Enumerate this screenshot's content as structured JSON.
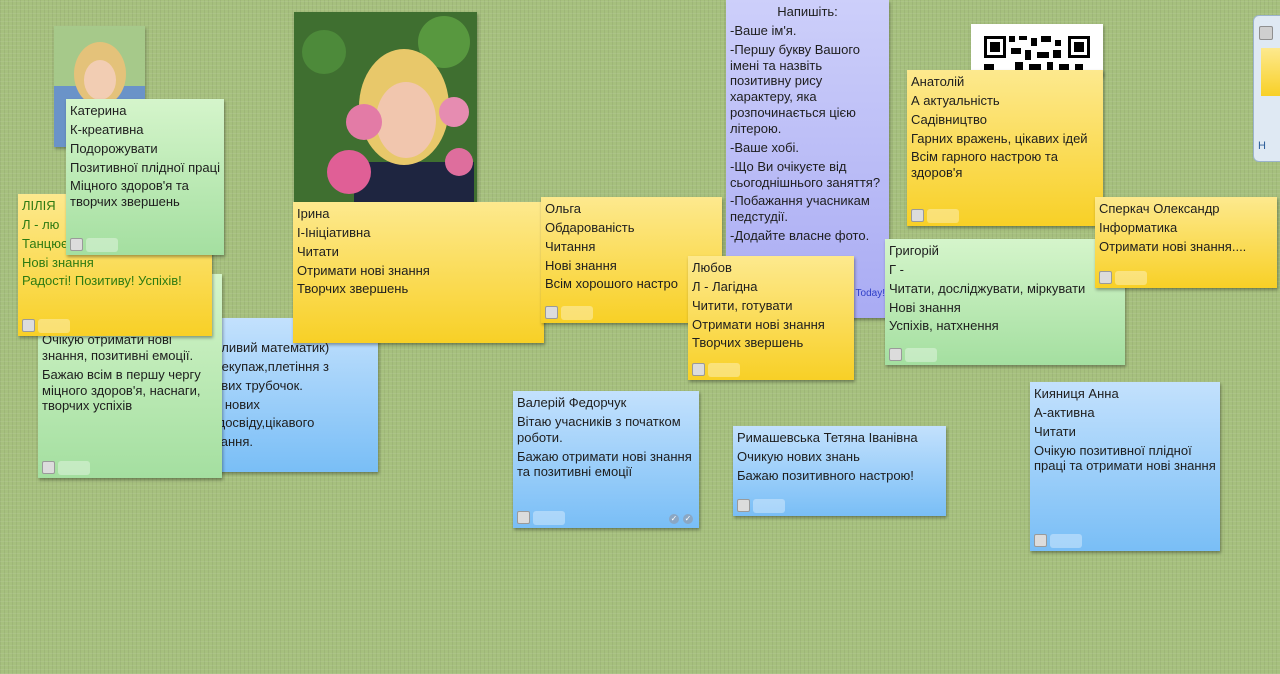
{
  "notes": {
    "lilia": [
      "ЛІЛІЯ",
      "Л - лю",
      "Танцює",
      "Нові знання",
      "Радості! Позитиву! Успіхів!"
    ],
    "green_left": [
      "Очікую отримати нові знання, позитивні емоції.",
      "Бажаю всім в першу чергу міцного здоров'я, наснаги, творчих успіхів"
    ],
    "blue_left": [
      "йливий математик)",
      "декупаж,плетіння з",
      "ових трубочок.",
      "о нових",
      ",досвіду,цікавого",
      "вання."
    ],
    "kateryna": [
      "Катерина",
      "К-креативна",
      "Подорожувати",
      "Позитивної плідної праці",
      "Міцного здоров'я та творчих звершень"
    ],
    "iryna": [
      "Ірина",
      "І-Ініціативна",
      "Читати",
      "Отримати нові знання",
      "Творчих звершень"
    ],
    "olga": [
      "Ольга",
      "Обдарованість",
      "Читання",
      "Нові знання",
      "Всім хорошого настро"
    ],
    "instructions": {
      "title": "Напишіть:",
      "lines": [
        "-Ваше ім'я.",
        "-Першу букву Вашого імені та назвіть позитивну рису характеру, яка розпочинається цією літерою.",
        "-Ваше хобі.",
        "-Що Ви очікуєте від сьогоднішнього заняття?",
        "-Побажання учасникам педстудії.",
        "-Додайте власне фото."
      ],
      "tag": "Today!"
    },
    "lyubov": [
      "Любов",
      "Л - Лагідна",
      "Читити, готувати",
      "Отримати нові знання",
      "Творчих звершень"
    ],
    "anatoliy": [
      "Анатолій",
      "А актуальність",
      "Садівництво",
      "Гарних вражень, цікавих ідей",
      "Всім гарного настрою та здоров'я"
    ],
    "hryhoriy": [
      "Григорій",
      "Г -",
      "Читати, досліджувати, міркувати",
      "Нові знання",
      "Успіхів, натхнення"
    ],
    "sperkach": [
      "Сперкач Олександр",
      "Інформатика",
      "Отримати нові знання...."
    ],
    "valeriy": [
      "Валерій Федорчук",
      "Вітаю учасників з початком роботи.",
      "Бажаю отримати нові знання та позитивні емоції"
    ],
    "rymashevska": [
      "Римашевська Тетяна Іванівна",
      "Очикую нових знань",
      "Бажаю позитивного настрою!"
    ],
    "kiyanytsia": [
      "Кияниця Анна",
      "А-активна",
      "Читати",
      "Очікую позитивної плідної праці та отримати нові знання"
    ]
  },
  "side_panel": {
    "label": "Н"
  },
  "icons": {
    "avatar": "avatar-icon",
    "check": "check-icon"
  },
  "colors": {
    "board": "#a6c07e",
    "yellow_note": "#f8d026",
    "green_note": "#a4dfa0",
    "blue_note": "#79bef6",
    "purple_note": "#a9abf3"
  }
}
